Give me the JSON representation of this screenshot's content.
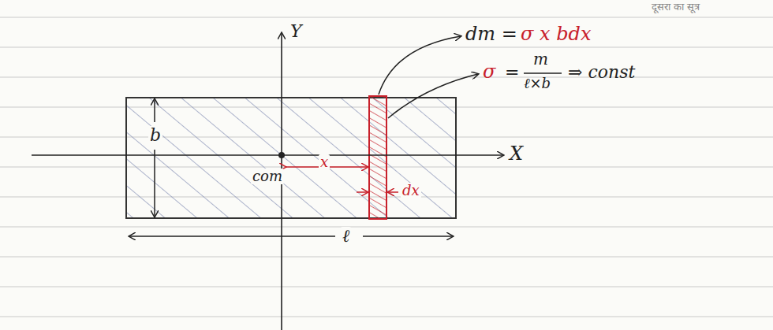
{
  "diagram": {
    "labels": [
      "दूसरा का सूत्र",
      "Y",
      "X",
      "dm =",
      "σ x bdx",
      "σ",
      "=",
      "m",
      "ℓ×b",
      "⇒ const",
      "b",
      "ℓ",
      "com",
      "x",
      "dx"
    ]
  }
}
